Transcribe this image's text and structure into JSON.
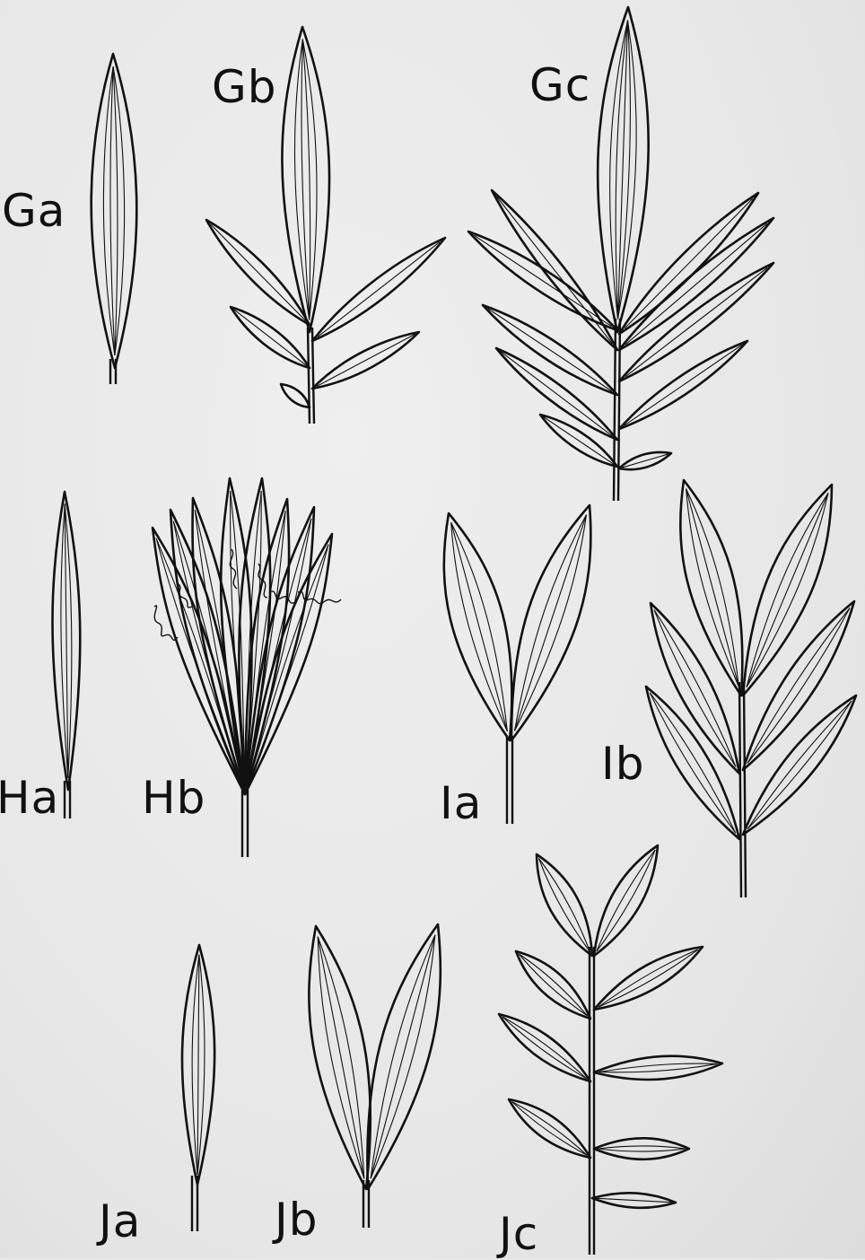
{
  "figure": {
    "ink_color": "#111111",
    "paper_color": "#e9e9e9",
    "labels": {
      "Ga": "Ga",
      "Gb": "Gb",
      "Gc": "Gc",
      "Ha": "Ha",
      "Hb": "Hb",
      "Ia": "Ia",
      "Ib": "Ib",
      "Ja": "Ja",
      "Jb": "Jb",
      "Jc": "Jc"
    }
  }
}
